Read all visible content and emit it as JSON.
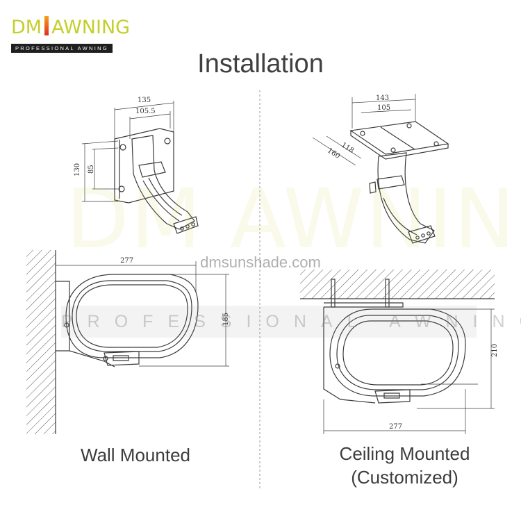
{
  "logo": {
    "left": "DM",
    "right": "AWNING",
    "tagline": "PROFESSIONAL AWNING"
  },
  "title": "Installation",
  "watermark": {
    "brand": "DM AWNING",
    "band": "PROFESSIONAL AWNING",
    "url": "dmsunshade.com"
  },
  "wall": {
    "caption": "Wall Mounted",
    "dims": {
      "top_outer": "135",
      "top_inner": "105.5",
      "left_outer": "130",
      "left_inner": "85",
      "width": "277",
      "height": "185"
    }
  },
  "ceiling": {
    "caption": "Ceiling Mounted",
    "caption_sub": "(Customized)",
    "dims": {
      "top_outer": "143",
      "top_inner": "105",
      "depth_outer": "160",
      "depth_inner": "118",
      "width": "277",
      "height": "210"
    }
  },
  "colors": {
    "line": "#3a3a3a",
    "hatch": "#555555",
    "logo_green": "#c4cf2c",
    "logo_orange": "#f6a21b",
    "logo_red": "#e32b1e"
  }
}
